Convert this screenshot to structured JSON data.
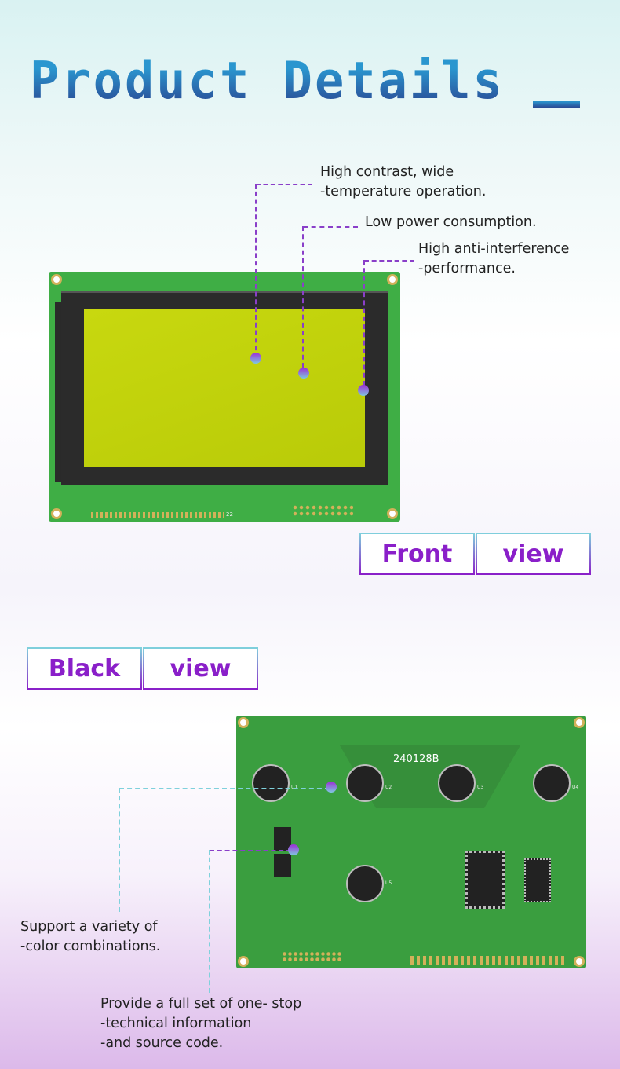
{
  "header": {
    "title": "Product Details"
  },
  "front": {
    "callouts": [
      {
        "lines": [
          "High contrast, wide",
          "-temperature operation."
        ]
      },
      {
        "lines": [
          "Low power consumption."
        ]
      },
      {
        "lines": [
          "High anti-interference",
          "-performance."
        ]
      }
    ],
    "tag": {
      "word1": "Front",
      "word2": "view"
    },
    "pin_label": "22"
  },
  "back": {
    "tag": {
      "word1": "Black",
      "word2": "view"
    },
    "model": "240128B",
    "chip_labels": [
      "U1",
      "U2",
      "U3",
      "U4",
      "U5"
    ],
    "callouts": [
      {
        "lines": [
          "Support a variety of",
          "-color combinations."
        ]
      },
      {
        "lines": [
          "Provide a full set of one- stop",
          "-technical information",
          "-and source code."
        ]
      }
    ]
  },
  "colors": {
    "accent": "#8a1fc9",
    "title_blue": "#2a96cf",
    "pcb_green": "#3fae45",
    "lcd": "#c4d40e",
    "callout_cyan": "#7fd1dc"
  }
}
